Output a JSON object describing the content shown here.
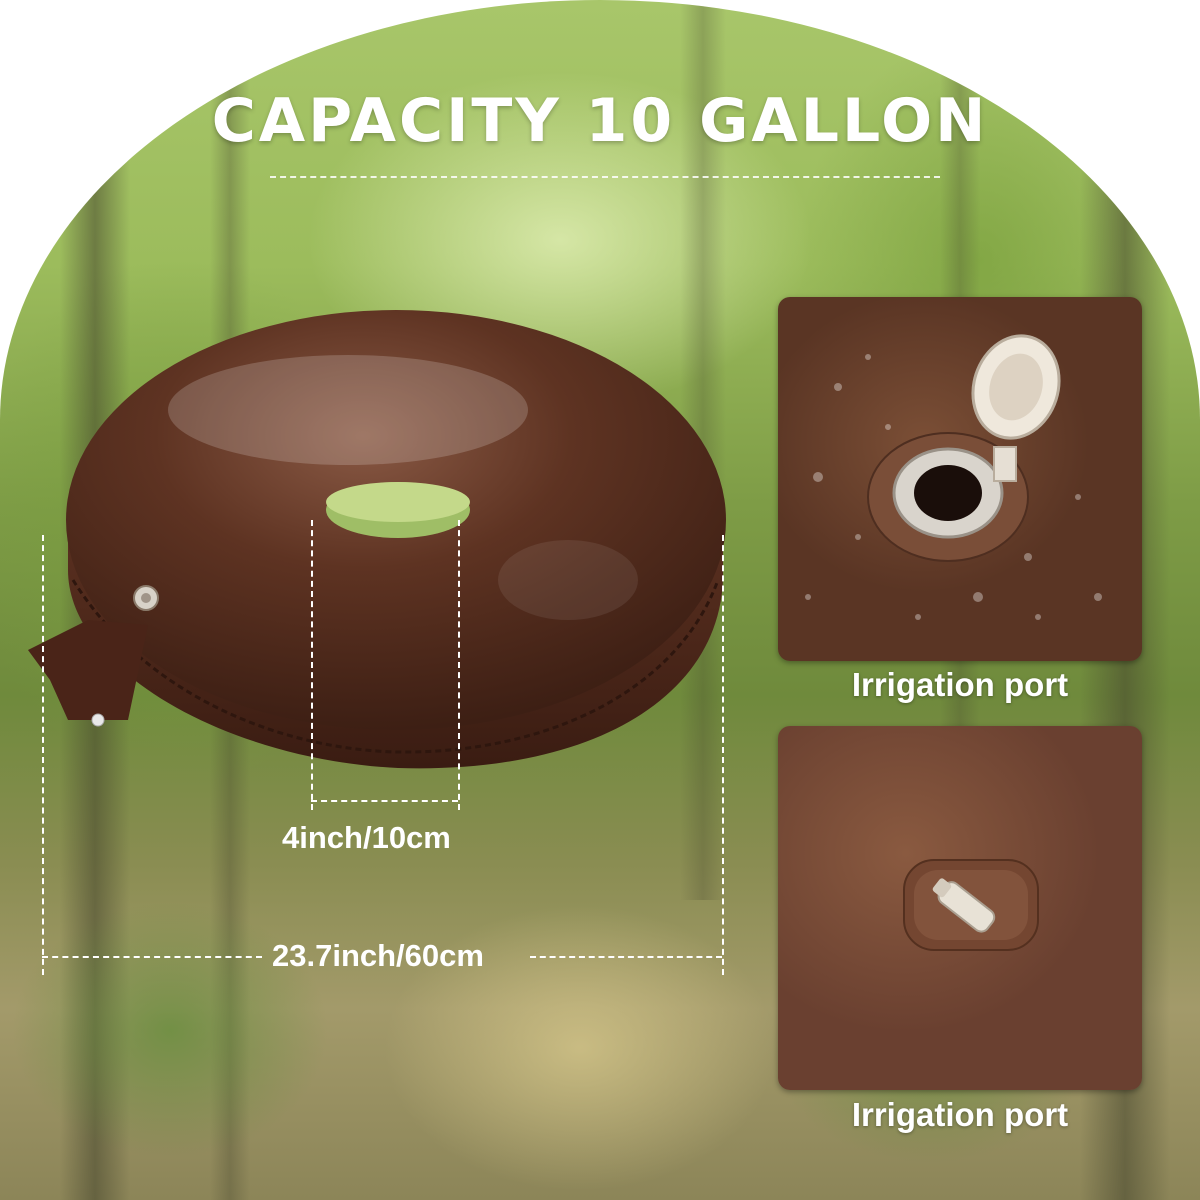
{
  "title": "CAPACITY 10 GALLON",
  "dimensions": {
    "inner_hole": "4inch/10cm",
    "outer_diameter": "23.7inch/60cm"
  },
  "panels": [
    {
      "caption": "Irrigation port",
      "detail": "valve-cap"
    },
    {
      "caption": "Irrigation port",
      "detail": "tube-nozzle"
    }
  ],
  "colors": {
    "bag_brown": "#5e3322",
    "text": "#ffffff",
    "forest_green": "#7e9c46"
  }
}
